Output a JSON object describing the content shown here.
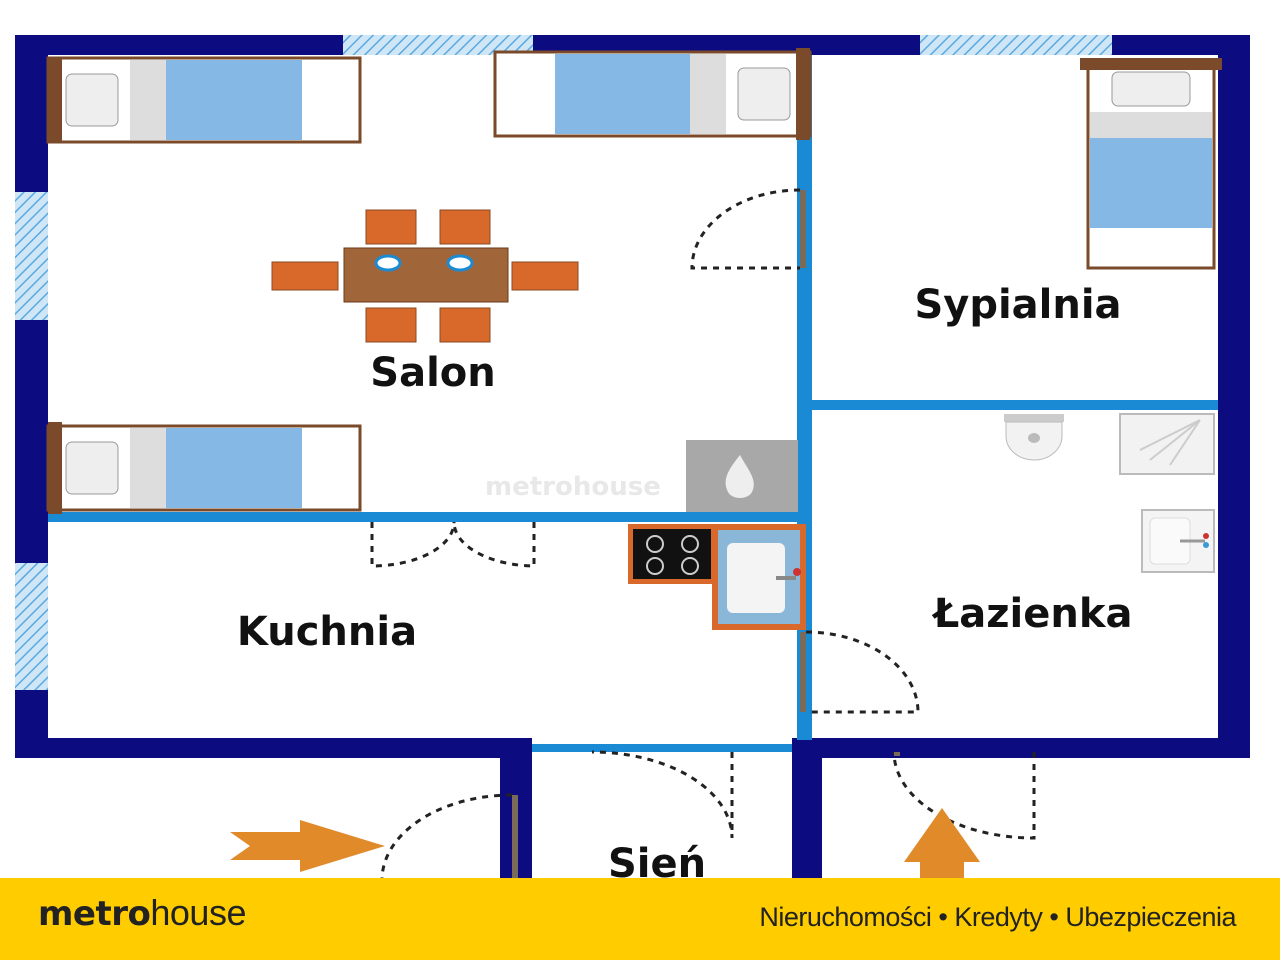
{
  "rooms": {
    "salon": "Salon",
    "sypialnia": "Sypialnia",
    "kuchnia": "Kuchnia",
    "lazienka": "Łazienka",
    "sien": "Sień"
  },
  "watermark": "metrohouse",
  "banner": {
    "logo_bold": "metro",
    "logo_light": "house",
    "tagline": "Nieruchomości • Kredyty • Ubezpieczenia"
  },
  "colors": {
    "outer_wall": "#0c0c80",
    "inner_wall": "#1a8ad4",
    "bed_blue": "#86b8e6",
    "furniture": "#d9692a",
    "banner": "#ffcc00"
  }
}
